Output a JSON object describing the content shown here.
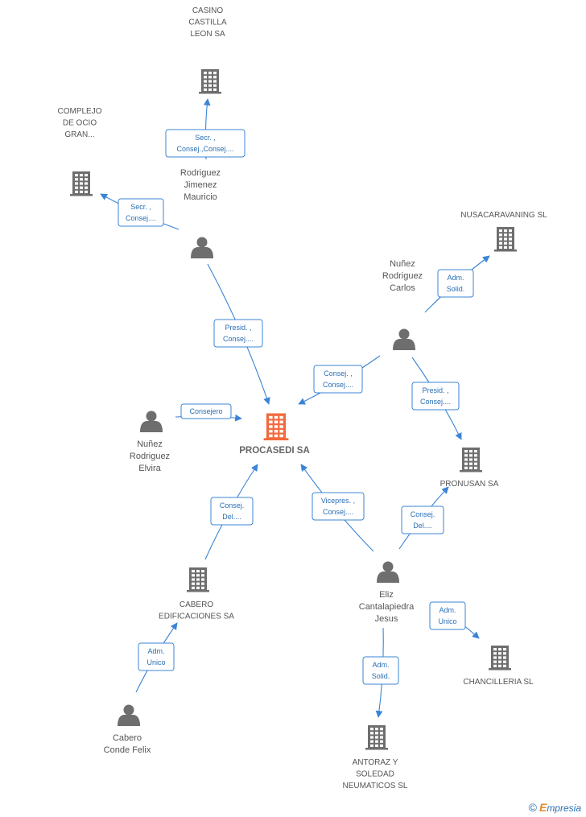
{
  "nodes": [
    {
      "id": "procasedi",
      "type": "company-main",
      "label": [
        "PROCASEDI SA"
      ]
    },
    {
      "id": "casino",
      "type": "company",
      "label": [
        "CASINO",
        "CASTILLA",
        "LEON SA"
      ]
    },
    {
      "id": "complejo",
      "type": "company",
      "label": [
        "COMPLEJO",
        "DE OCIO",
        "GRAN..."
      ]
    },
    {
      "id": "rodriguez",
      "type": "person",
      "label": [
        "Rodriguez",
        "Jimenez",
        "Mauricio"
      ]
    },
    {
      "id": "nusacaravaning",
      "type": "company",
      "label": [
        "NUSACARAVANING SL"
      ]
    },
    {
      "id": "nunez_carlos",
      "type": "person",
      "label": [
        "Nuñez",
        "Rodriguez",
        "Carlos"
      ]
    },
    {
      "id": "nunez_elvira",
      "type": "person",
      "label": [
        "Nuñez",
        "Rodriguez",
        "Elvira"
      ]
    },
    {
      "id": "pronusan",
      "type": "company",
      "label": [
        "PRONUSAN SA"
      ]
    },
    {
      "id": "cabero_edif",
      "type": "company",
      "label": [
        "CABERO",
        "EDIFICACIONES SA"
      ]
    },
    {
      "id": "eliz",
      "type": "person",
      "label": [
        "Eliz",
        "Cantalapiedra",
        "Jesus"
      ]
    },
    {
      "id": "chancilleria",
      "type": "company",
      "label": [
        "CHANCILLERIA SL"
      ]
    },
    {
      "id": "cabero_felix",
      "type": "person",
      "label": [
        "Cabero",
        "Conde Felix"
      ]
    },
    {
      "id": "antoraz",
      "type": "company",
      "label": [
        "ANTORAZ Y",
        "SOLEDAD",
        "NEUMATICOS SL"
      ]
    }
  ],
  "edges": [
    {
      "from": "rodriguez",
      "to": "casino",
      "label": [
        "Secr. ,",
        "Consej.,Consej...."
      ]
    },
    {
      "from": "rodriguez",
      "to": "complejo",
      "label": [
        "Secr. ,",
        "Consej...."
      ]
    },
    {
      "from": "rodriguez",
      "to": "procasedi",
      "label": [
        "Presid. ,",
        "Consej...."
      ]
    },
    {
      "from": "nunez_carlos",
      "to": "nusacaravaning",
      "label": [
        "Adm.",
        "Solid."
      ]
    },
    {
      "from": "nunez_carlos",
      "to": "procasedi",
      "label": [
        "Consej. ,",
        "Consej...."
      ]
    },
    {
      "from": "nunez_carlos",
      "to": "pronusan",
      "label": [
        "Presid. ,",
        "Consej...."
      ]
    },
    {
      "from": "nunez_elvira",
      "to": "procasedi",
      "label": [
        "Consejero"
      ]
    },
    {
      "from": "cabero_edif",
      "to": "procasedi",
      "label": [
        "Consej.",
        "Del...."
      ]
    },
    {
      "from": "eliz",
      "to": "procasedi",
      "label": [
        "Vicepres. ,",
        "Consej...."
      ]
    },
    {
      "from": "eliz",
      "to": "pronusan",
      "label": [
        "Consej.",
        "Del...."
      ]
    },
    {
      "from": "eliz",
      "to": "chancilleria",
      "label": [
        "Adm.",
        "Unico"
      ]
    },
    {
      "from": "eliz",
      "to": "antoraz",
      "label": [
        "Adm.",
        "Solid."
      ]
    },
    {
      "from": "cabero_felix",
      "to": "cabero_edif",
      "label": [
        "Adm.",
        "Unico"
      ]
    }
  ],
  "colors": {
    "main_company": "#f26a3d",
    "node_icon": "#6e6e6e",
    "edge": "#3b84d6",
    "edge_text": "#2a6fb5",
    "label_text": "#555555"
  },
  "footer": {
    "copyright_symbol": "©",
    "brand_initial": "E",
    "brand_rest": "mpresia"
  }
}
